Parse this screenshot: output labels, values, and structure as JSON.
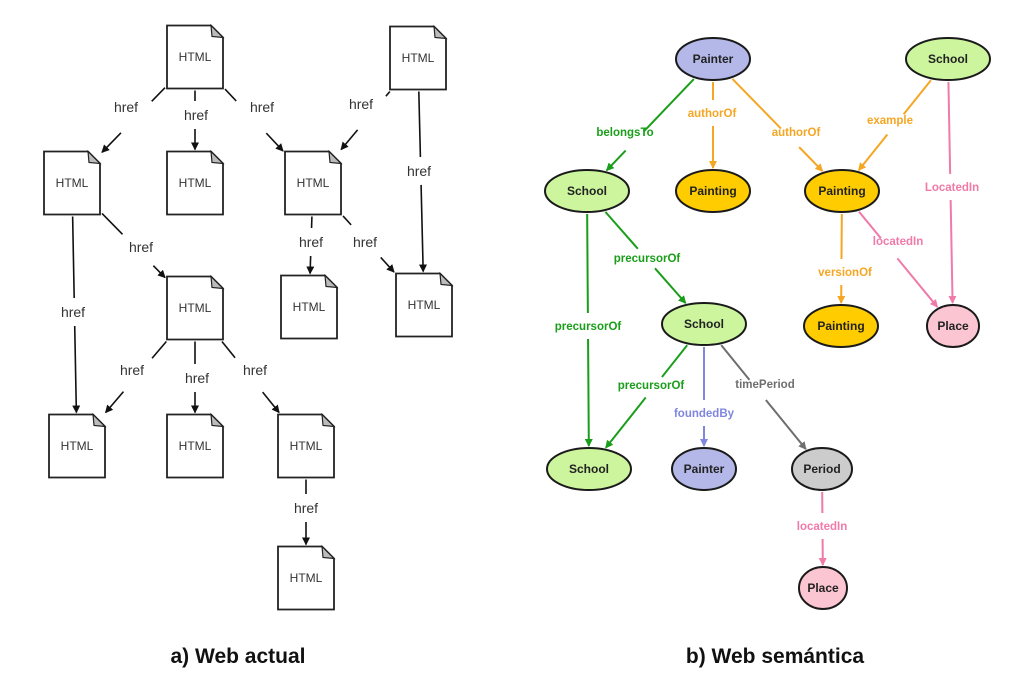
{
  "panels": {
    "left": {
      "caption": "a)  Web actual",
      "doc_label": "HTML",
      "edge_label": "href",
      "documents": [
        {
          "id": "d1",
          "label": "HTML"
        },
        {
          "id": "d2",
          "label": "HTML"
        },
        {
          "id": "d3",
          "label": "HTML"
        },
        {
          "id": "d4",
          "label": "HTML"
        },
        {
          "id": "d5",
          "label": "HTML"
        },
        {
          "id": "d6",
          "label": "HTML"
        },
        {
          "id": "d7",
          "label": "HTML"
        },
        {
          "id": "d8",
          "label": "HTML"
        },
        {
          "id": "d9",
          "label": "HTML"
        },
        {
          "id": "d10",
          "label": "HTML"
        },
        {
          "id": "d11",
          "label": "HTML"
        },
        {
          "id": "d12",
          "label": "HTML"
        }
      ],
      "links": [
        {
          "from": "d1",
          "to": "d3",
          "label": "href"
        },
        {
          "from": "d1",
          "to": "d4",
          "label": "href"
        },
        {
          "from": "d1",
          "to": "d5",
          "label": "href"
        },
        {
          "from": "d2",
          "to": "d5",
          "label": "href"
        },
        {
          "from": "d2",
          "to": "d8",
          "label": "href"
        },
        {
          "from": "d3",
          "to": "d6",
          "label": "href"
        },
        {
          "from": "d3",
          "to": "d9",
          "label": "href"
        },
        {
          "from": "d5",
          "to": "d7",
          "label": "href"
        },
        {
          "from": "d5",
          "to": "d8",
          "label": "href"
        },
        {
          "from": "d6",
          "to": "d9",
          "label": "href"
        },
        {
          "from": "d6",
          "to": "d10",
          "label": "href"
        },
        {
          "from": "d6",
          "to": "d11",
          "label": "href"
        },
        {
          "from": "d11",
          "to": "d12",
          "label": "href"
        }
      ]
    },
    "right": {
      "caption": "b)  Web semántica",
      "node_colors": {
        "Painter": "#b3b8e8",
        "School": "#ccf59e",
        "Painting": "#ffcc00",
        "Place": "#fcc5d2",
        "Period": "#cccccc"
      },
      "relation_colors": {
        "green": "#1a9e1a",
        "orange": "#f5a623",
        "pink": "#f07aa8",
        "blue": "#7f86e0",
        "gray": "#6e6e6e"
      },
      "nodes": [
        {
          "id": "n1",
          "label": "Painter",
          "type": "Painter"
        },
        {
          "id": "n2",
          "label": "School",
          "type": "School"
        },
        {
          "id": "n3",
          "label": "School",
          "type": "School"
        },
        {
          "id": "n4",
          "label": "Painting",
          "type": "Painting"
        },
        {
          "id": "n5",
          "label": "Painting",
          "type": "Painting"
        },
        {
          "id": "n6",
          "label": "School",
          "type": "School"
        },
        {
          "id": "n7",
          "label": "Painting",
          "type": "Painting"
        },
        {
          "id": "n8",
          "label": "Place",
          "type": "Place"
        },
        {
          "id": "n9",
          "label": "School",
          "type": "School"
        },
        {
          "id": "n10",
          "label": "Painter",
          "type": "Painter"
        },
        {
          "id": "n11",
          "label": "Period",
          "type": "Period"
        },
        {
          "id": "n12",
          "label": "Place",
          "type": "Place"
        }
      ],
      "relations": [
        {
          "from": "n1",
          "to": "n3",
          "label": "belongsTo",
          "color": "green"
        },
        {
          "from": "n1",
          "to": "n4",
          "label": "authorOf",
          "color": "orange"
        },
        {
          "from": "n1",
          "to": "n5",
          "label": "authorOf",
          "color": "orange"
        },
        {
          "from": "n2",
          "to": "n5",
          "label": "example",
          "color": "orange"
        },
        {
          "from": "n2",
          "to": "n8",
          "label": "LocatedIn",
          "color": "pink"
        },
        {
          "from": "n3",
          "to": "n6",
          "label": "precursorOf",
          "color": "green"
        },
        {
          "from": "n3",
          "to": "n9",
          "label": "precursorOf",
          "color": "green"
        },
        {
          "from": "n5",
          "to": "n7",
          "label": "versionOf",
          "color": "orange"
        },
        {
          "from": "n5",
          "to": "n8",
          "label": "locatedIn",
          "color": "pink"
        },
        {
          "from": "n6",
          "to": "n9",
          "label": "precursorOf",
          "color": "green"
        },
        {
          "from": "n6",
          "to": "n10",
          "label": "foundedBy",
          "color": "blue"
        },
        {
          "from": "n6",
          "to": "n11",
          "label": "timePeriod",
          "color": "gray"
        },
        {
          "from": "n11",
          "to": "n12",
          "label": "locatedIn",
          "color": "pink"
        }
      ]
    }
  }
}
